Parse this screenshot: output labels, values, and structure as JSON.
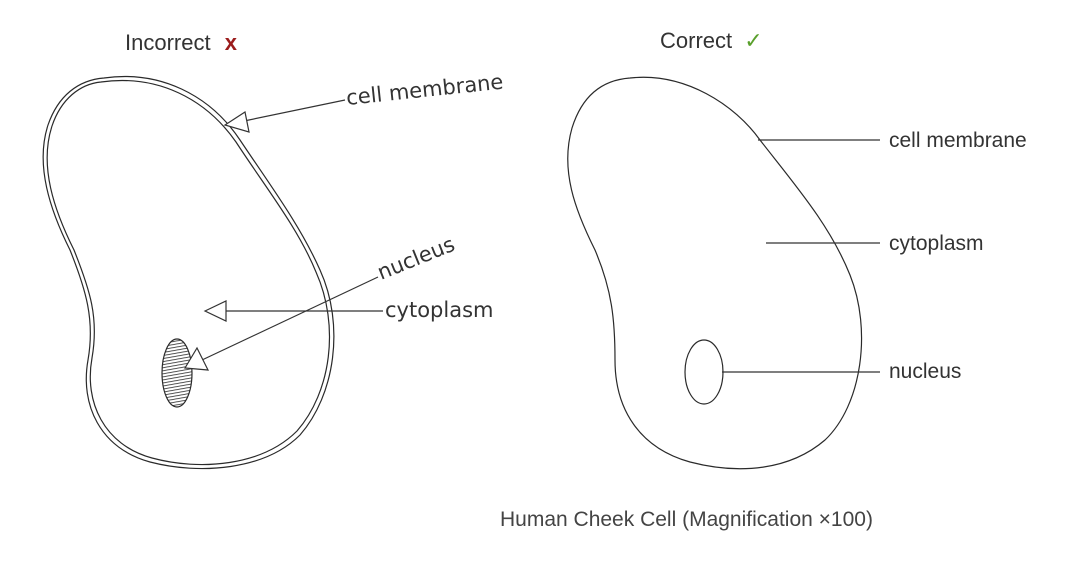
{
  "incorrect_panel": {
    "title": "Incorrect",
    "mark": "x",
    "mark_color": "#9b1c1c",
    "labels": {
      "cell_membrane": "cell membrane",
      "nucleus": "nucleus",
      "cytoplasm": "cytoplasm"
    }
  },
  "correct_panel": {
    "title": "Correct",
    "mark": "✓",
    "mark_color": "#5aa02c",
    "labels": {
      "cell_membrane": "cell membrane",
      "cytoplasm": "cytoplasm",
      "nucleus": "nucleus"
    }
  },
  "caption": "Human Cheek Cell (Magnification ×100)"
}
